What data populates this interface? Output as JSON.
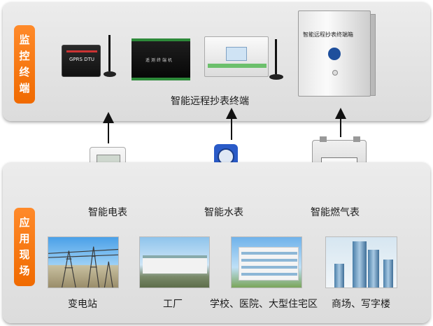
{
  "top_section": {
    "label_chars": [
      "监",
      "控",
      "终",
      "端"
    ],
    "caption": "智能远程抄表终端",
    "dtu_text": "GPRS DTU",
    "rtu_text": "遥测终端机",
    "cabinet_title": "智能远程抄表终端箱"
  },
  "middle_section": {
    "meters": [
      {
        "caption": "智能电表",
        "icon": "electricity-meter"
      },
      {
        "caption": "智能水表",
        "icon": "water-meter"
      },
      {
        "caption": "智能燃气表",
        "icon": "gas-meter"
      }
    ],
    "ellipsis": "······"
  },
  "bottom_section": {
    "label_chars": [
      "应",
      "用",
      "现",
      "场"
    ],
    "sites": [
      {
        "caption": "变电站",
        "icon": "substation-photo"
      },
      {
        "caption": "工厂",
        "icon": "factory-photo"
      },
      {
        "caption": "学校、医院、大型住宅区",
        "icon": "school-photo"
      },
      {
        "caption": "商场、写字楼",
        "icon": "office-tower-photo"
      }
    ]
  },
  "colors": {
    "panel": "#e4e4e4",
    "label_orange": "#f47a12",
    "arrow": "#111111",
    "water_meter_blue": "#2a5bc8"
  }
}
